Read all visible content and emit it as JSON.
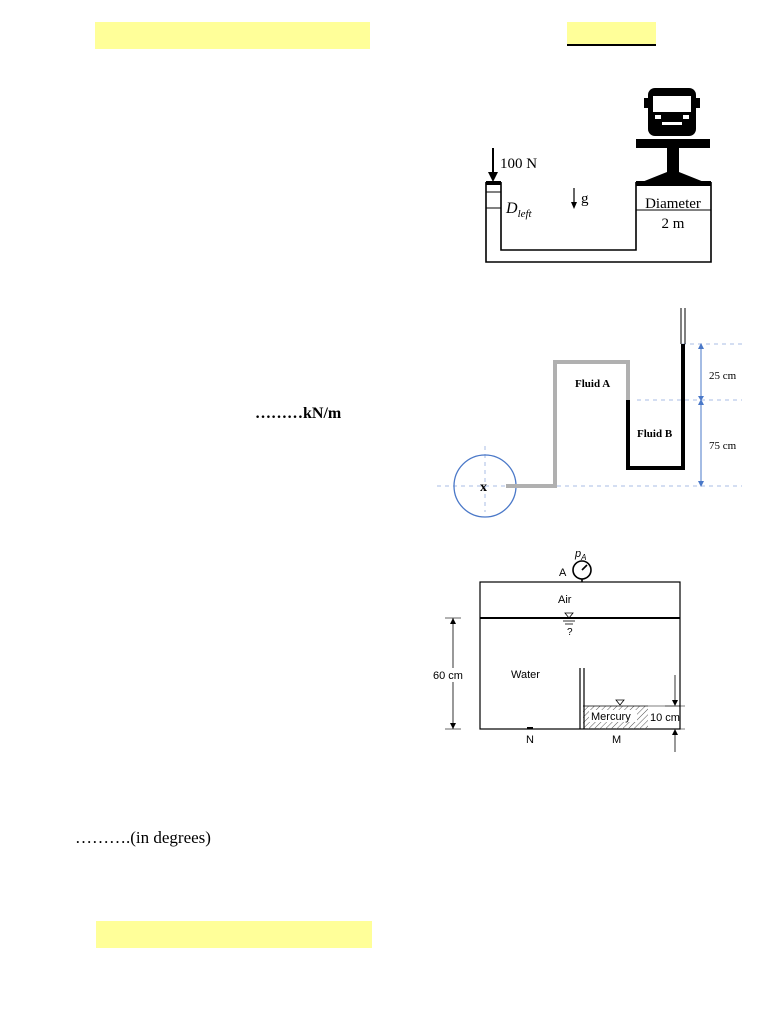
{
  "colors": {
    "highlight": "#ffff99",
    "fluid_a_tube": "#b0b0b0",
    "dim_blue": "#4a78c8"
  },
  "answers": {
    "kn_per_m": "………kN/m",
    "degrees": "……….(in degrees)"
  },
  "fig1": {
    "force_label": "100 N",
    "d_left_main": "D",
    "d_left_sub": "left",
    "g_label": "g",
    "diameter_label": "Diameter",
    "diameter_value": "2 m",
    "bus_icon": "bus-icon"
  },
  "fig2": {
    "fluid_a": "Fluid A",
    "fluid_b": "Fluid B",
    "dim_top": "25 cm",
    "dim_bottom": "75 cm",
    "point_x": "x"
  },
  "fig3": {
    "gauge_label": "p",
    "gauge_sub": "A",
    "point_a": "A",
    "air": "Air",
    "water": "Water",
    "mercury": "Mercury",
    "height_water": "60 cm",
    "height_mercury": "10 cm",
    "point_n": "N",
    "point_m": "M",
    "unknown_level": "?",
    "gauge_icon": "pressure-gauge-icon"
  }
}
